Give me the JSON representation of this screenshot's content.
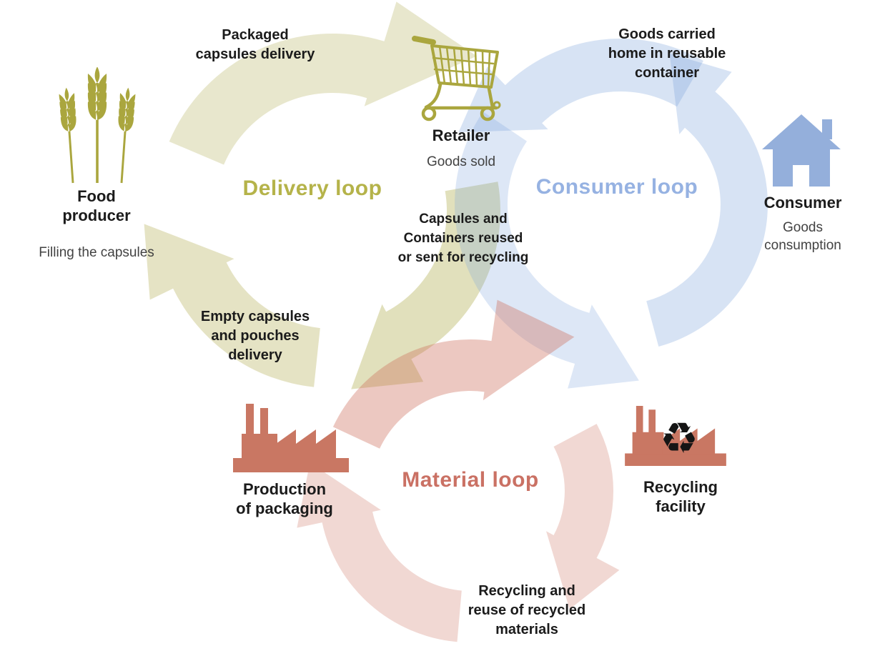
{
  "colors": {
    "delivery_accent": "#a8a33c",
    "delivery_title": "#b5b34a",
    "consumer_accent": "#7ba3dc",
    "consumer_title": "#96b2e2",
    "consumer_icon": "#94afdb",
    "material_accent": "#cc6f5c",
    "material_title": "#ca7164",
    "olive_icon": "#aaa63e",
    "factory_icon": "#c97763",
    "recycle_symbol": "#151515",
    "label_text": "#1b1b1b",
    "sub_text": "#424242"
  },
  "loops": {
    "delivery": {
      "title": "Delivery loop"
    },
    "consumer": {
      "title": "Consumer loop"
    },
    "material": {
      "title": "Material loop"
    }
  },
  "nodes": {
    "food_producer": {
      "label": "Food\nproducer",
      "sub": "Filling the capsules",
      "icon": "wheat-icon"
    },
    "retailer": {
      "label": "Retailer",
      "sub": "Goods sold",
      "icon": "shopping-cart-icon"
    },
    "consumer": {
      "label": "Consumer",
      "sub": "Goods\nconsumption",
      "icon": "house-icon"
    },
    "production": {
      "label": "Production\nof packaging",
      "icon": "factory-icon"
    },
    "recycling_facility": {
      "label": "Recycling\nfacility",
      "icon": "recycling-factory-icon"
    }
  },
  "flows": {
    "packaged_capsules": "Packaged\ncapsules delivery",
    "goods_carried": "Goods carried\nhome in reusable\ncontainer",
    "capsules_reused": "Capsules and\nContainers reused\nor sent for recycling",
    "empty_capsules": "Empty capsules\nand pouches\ndelivery",
    "recycling_reuse": "Recycling and\nreuse of recycled\nmaterials"
  }
}
